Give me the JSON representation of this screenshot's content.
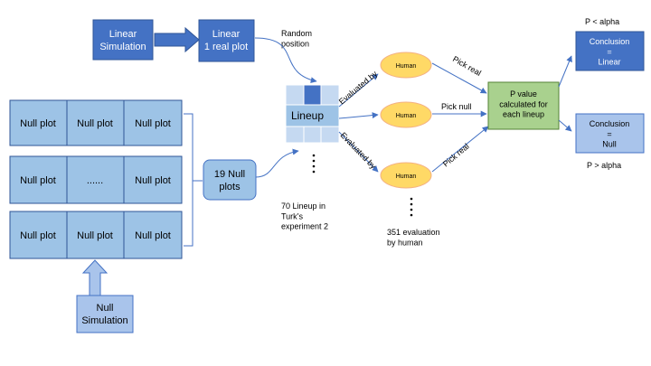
{
  "linear_simulation": "Linear|Simulation",
  "linear_real_plot": "Linear|1 real plot",
  "random_position": "Random|position",
  "null_plots": {
    "row1": [
      "Null plot",
      "Null plot",
      "Null plot"
    ],
    "row2": [
      "Null plot",
      "......",
      "Null plot"
    ],
    "row3": [
      "Null plot",
      "Null plot",
      "Null plot"
    ]
  },
  "null_simulation": "Null|Simulation",
  "nineteen_null_plots": "19 Null|plots",
  "lineup": "Lineup",
  "lineup_note": "70 Lineup in|Turk’s|experiment 2",
  "evaluated_by": "Evaluated by",
  "human": "Human",
  "pick_real": "Pick real",
  "pick_null": "Pick null",
  "evaluation_note": "351 evaluation|by human",
  "p_value_box": "P value|calculated for|each lineup",
  "p_less_alpha": "P < alpha",
  "p_greater_alpha": "P > alpha",
  "conclusion_linear": "Conclusion|=|Linear",
  "conclusion_null": "Conclusion|=|Null",
  "colors": {
    "dark_blue": "#4472C4",
    "light_blue": "#A9C4EB",
    "mid_blue": "#9DC3E6",
    "human_fill": "#FFD966",
    "human_stroke": "#F4B183",
    "green": "#A9D18E",
    "arrow": "#4472C4"
  }
}
